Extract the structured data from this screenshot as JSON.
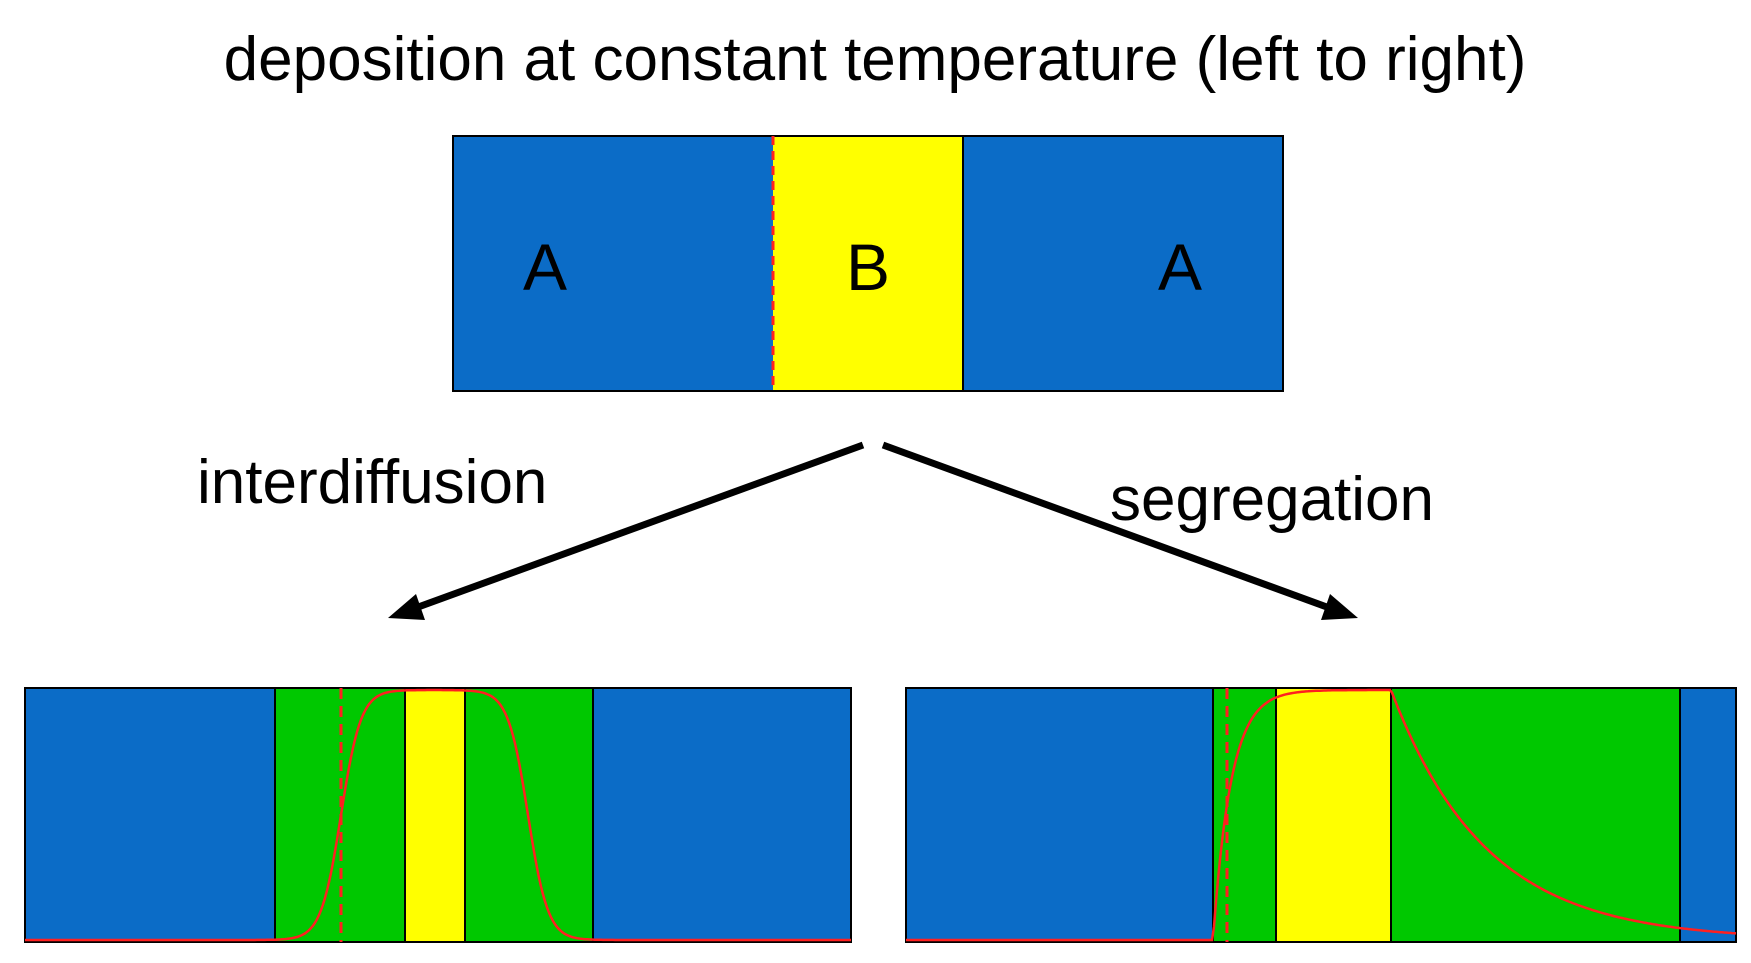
{
  "title": "deposition at constant temperature (left to right)",
  "top_stack": {
    "layer_labels": [
      "A",
      "B",
      "A"
    ]
  },
  "branches": {
    "left_label": "interdiffusion",
    "right_label": "segregation"
  },
  "colors": {
    "layer_A": "#0b6cc7",
    "layer_B": "#ffff00",
    "mixed": "#00c800",
    "profile": "#ff2020",
    "arrow": "#000000",
    "outline": "#000000"
  }
}
